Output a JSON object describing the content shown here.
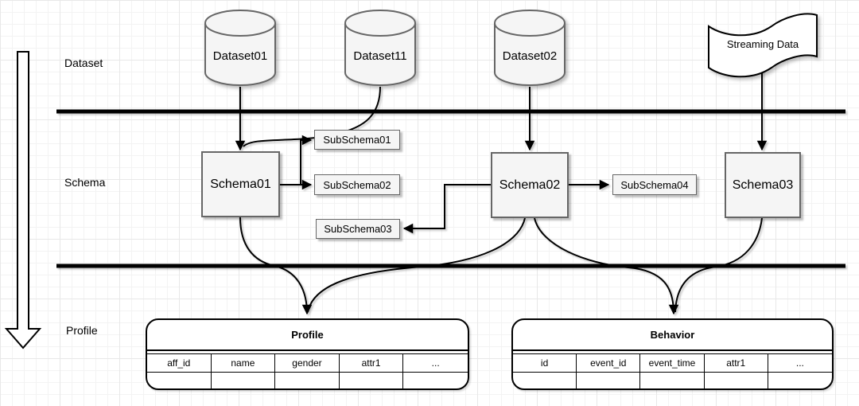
{
  "lanes": [
    {
      "label": "Dataset"
    },
    {
      "label": "Schema"
    },
    {
      "label": "Profile"
    }
  ],
  "nodes": {
    "datasets": [
      {
        "label": "Dataset01"
      },
      {
        "label": "Dataset11"
      },
      {
        "label": "Dataset02"
      }
    ],
    "streaming": {
      "label": "Streaming Data"
    },
    "schemas": [
      {
        "label": "Schema01"
      },
      {
        "label": "Schema02"
      },
      {
        "label": "Schema03"
      }
    ],
    "subschemas": [
      {
        "label": "SubSchema01"
      },
      {
        "label": "SubSchema02"
      },
      {
        "label": "SubSchema03"
      },
      {
        "label": "SubSchema04"
      }
    ]
  },
  "tables": [
    {
      "title": "Profile",
      "columns": [
        "aff_id",
        "name",
        "gender",
        "attr1",
        "..."
      ]
    },
    {
      "title": "Behavior",
      "columns": [
        "id",
        "event_id",
        "event_time",
        "attr1",
        "..."
      ]
    }
  ],
  "connections": [
    {
      "from": "Dataset01",
      "to": "Schema01"
    },
    {
      "from": "Dataset11",
      "to": "Schema01"
    },
    {
      "from": "Dataset02",
      "to": "Schema02"
    },
    {
      "from": "Streaming Data",
      "to": "Schema03"
    },
    {
      "from": "Schema01",
      "to": "SubSchema01"
    },
    {
      "from": "Schema01",
      "to": "SubSchema02"
    },
    {
      "from": "Schema02",
      "to": "SubSchema03"
    },
    {
      "from": "Schema02",
      "to": "SubSchema04"
    },
    {
      "from": "Schema01",
      "to": "Profile"
    },
    {
      "from": "Schema02",
      "to": "Profile"
    },
    {
      "from": "Schema02",
      "to": "Behavior"
    },
    {
      "from": "Schema03",
      "to": "Behavior"
    }
  ],
  "colors": {
    "node_fill": "#f5f5f5",
    "node_stroke": "#666666",
    "edge": "#000000",
    "table_stroke": "#000000",
    "background": "#ffffff"
  }
}
